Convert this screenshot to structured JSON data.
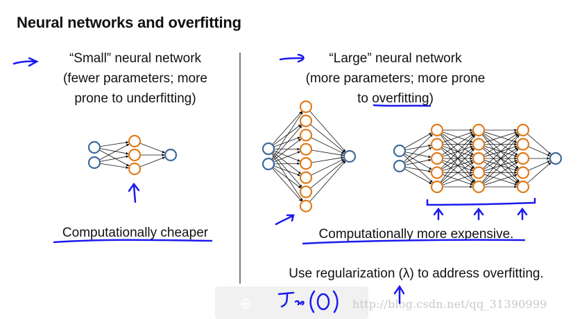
{
  "title": "Neural networks and overfitting",
  "left": {
    "heading_lines": [
      "“Small” neural network",
      "(fewer parameters; more",
      "prone to underfitting)"
    ],
    "network": {
      "layers": [
        2,
        3,
        1
      ]
    },
    "caption": "Computationally cheaper"
  },
  "right": {
    "heading_lines": [
      "“Large” neural network",
      "(more parameters; more prone",
      "to overfitting)"
    ],
    "network_wide": {
      "layers": [
        2,
        8,
        1
      ]
    },
    "network_deep": {
      "layers": [
        2,
        5,
        5,
        5,
        1
      ]
    },
    "caption": "Computationally more expensive.",
    "note": "Use regularization (λ) to address overfitting."
  },
  "annotations": {
    "handwritten_cost": "J_cv(θ)"
  },
  "watermark": {
    "text": "http://blog.csdn.net/qq_31390999",
    "zoom_icon": "zoom-in-icon"
  },
  "colors": {
    "input_node": "#3d6a9a",
    "hidden_node": "#e07b1a",
    "ink": "#1a1aee",
    "edge": "#111111"
  }
}
